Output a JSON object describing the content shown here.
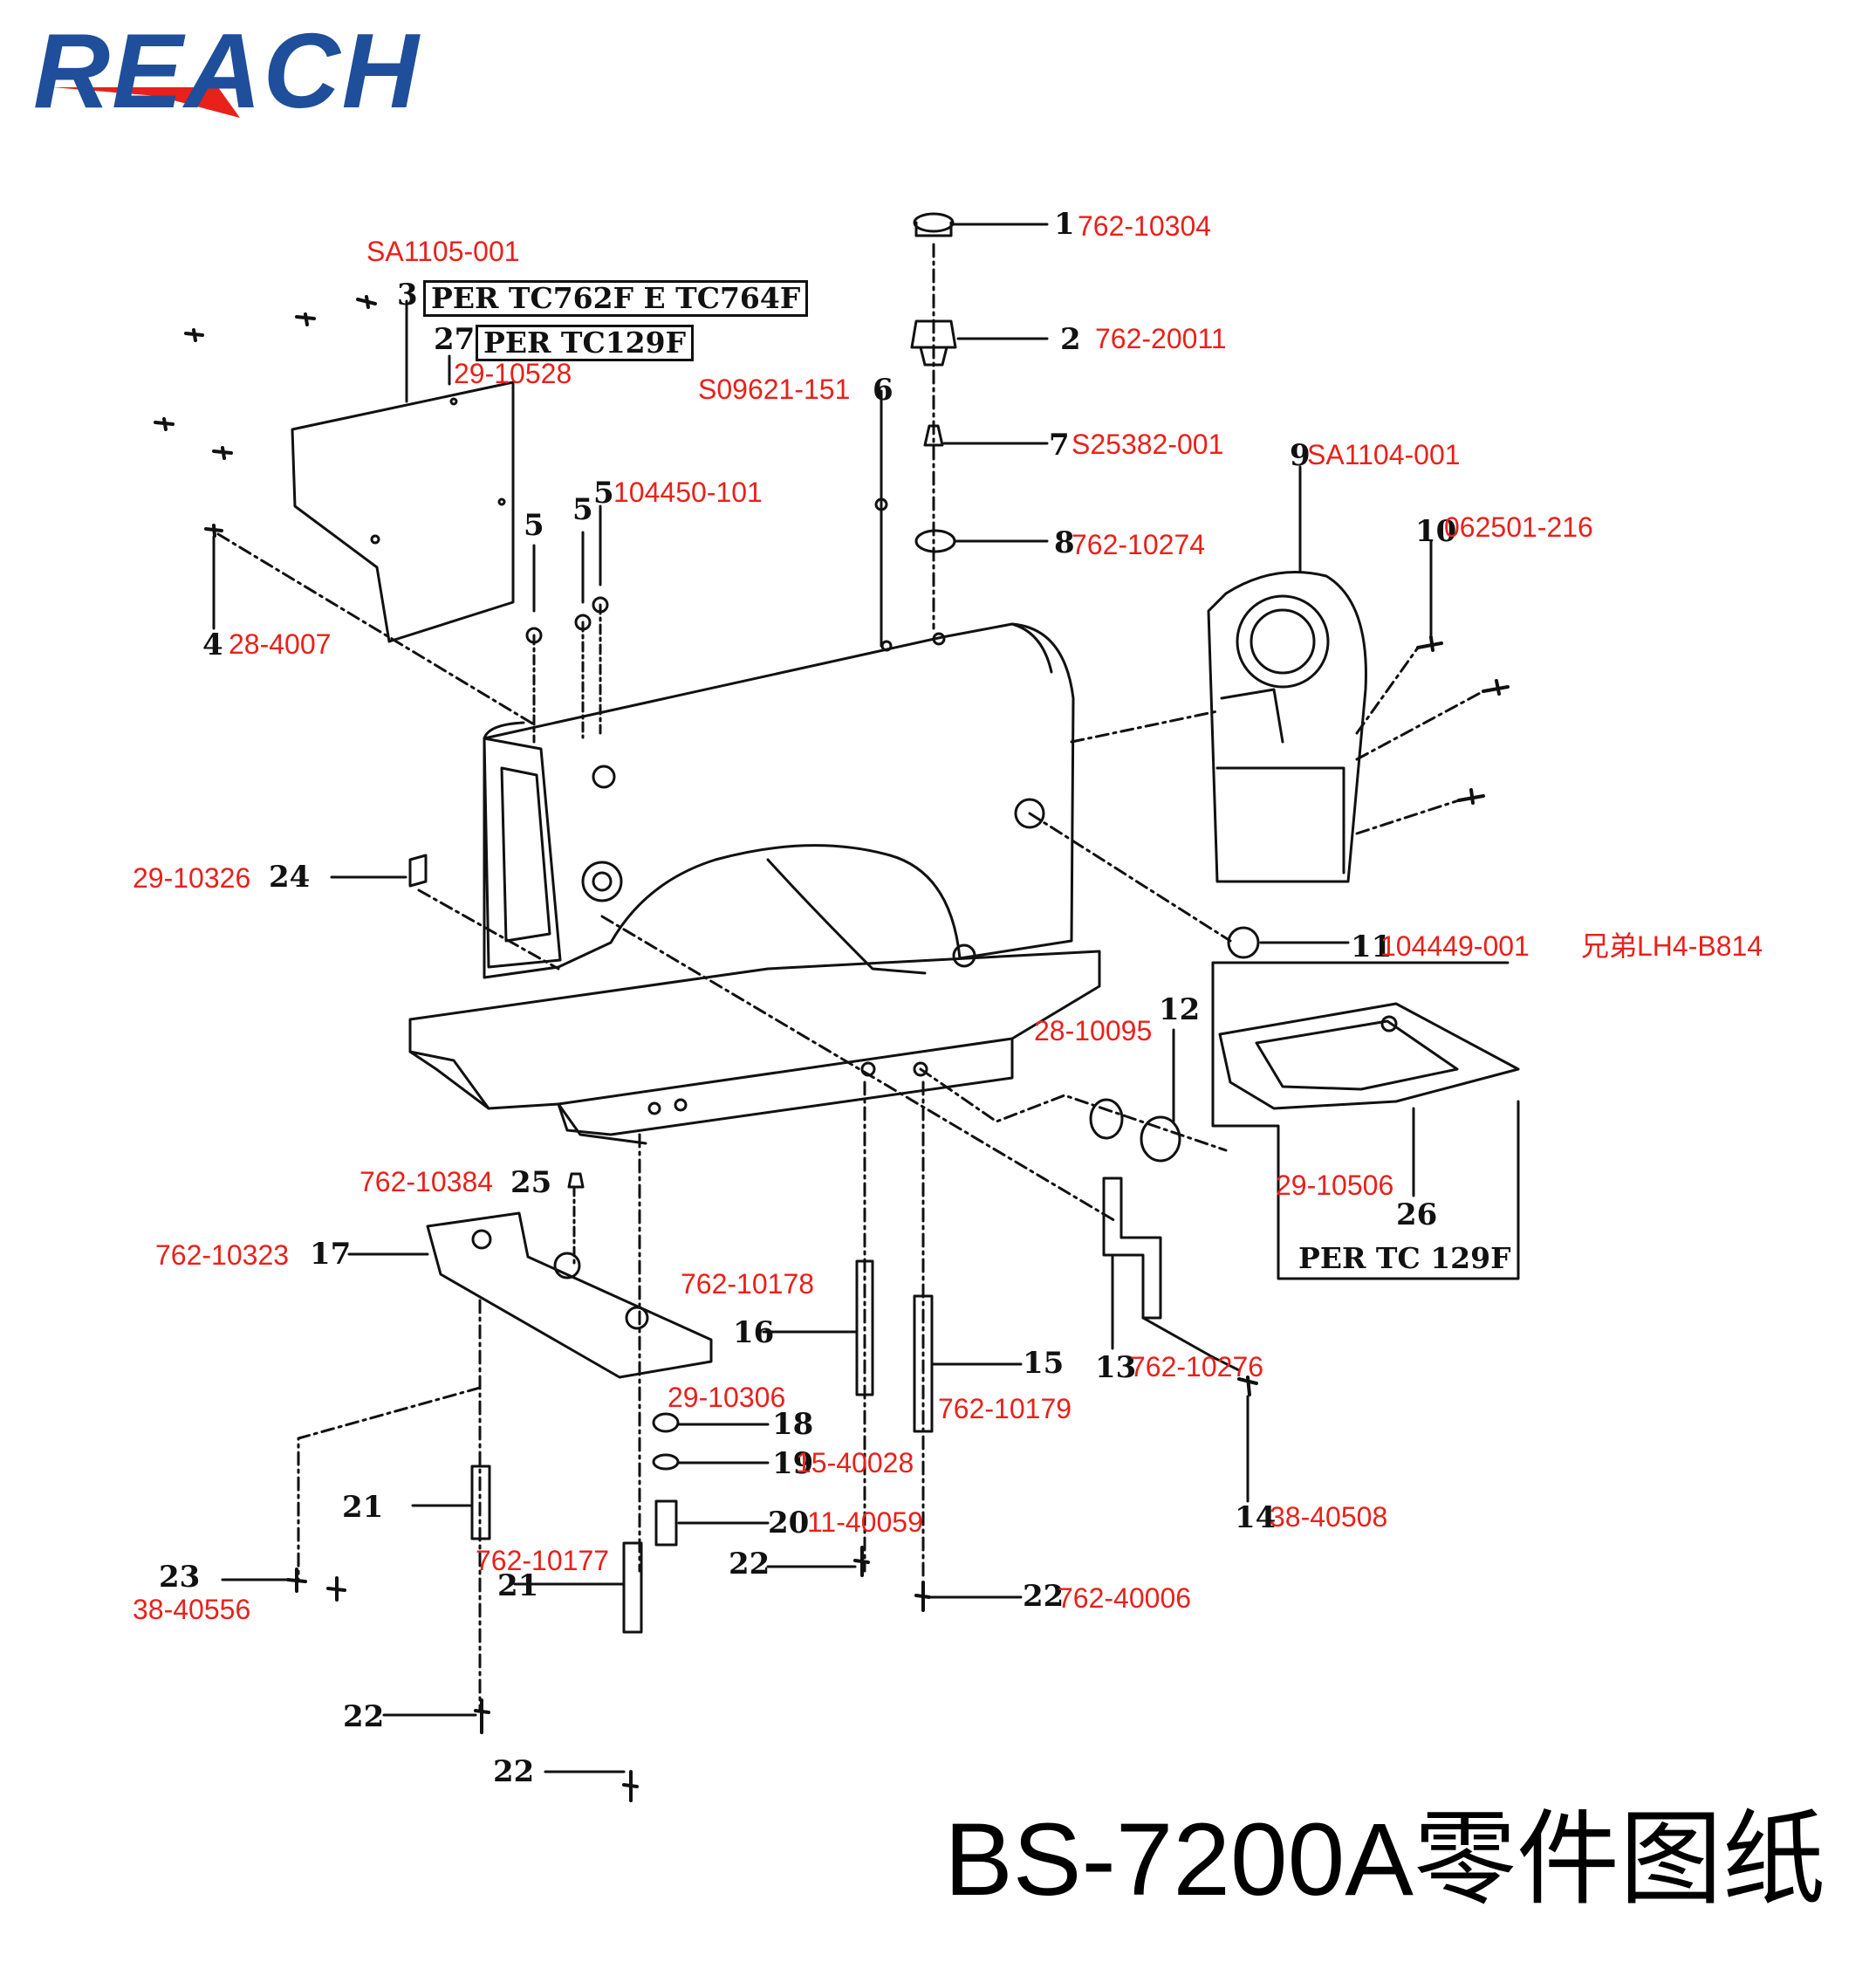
{
  "logo": {
    "text": "REACH",
    "color": "#1f4e9a",
    "accent": "#e8211b"
  },
  "title": "BS-7200A零件图纸",
  "notes": {
    "box_3": "PER TC762F E TC764F",
    "box_27": "PER TC129F",
    "note_26": "PER TC 129F"
  },
  "callouts": [
    {
      "id": "c1",
      "num": "1",
      "part": "762-10304"
    },
    {
      "id": "c2",
      "num": "2",
      "part": "762-20011"
    },
    {
      "id": "c3",
      "num": "3",
      "part": "SA1105-001"
    },
    {
      "id": "c27",
      "num": "27",
      "part": "29-10528"
    },
    {
      "id": "c6",
      "num": "6",
      "part": "S09621-151"
    },
    {
      "id": "c7",
      "num": "7",
      "part": "S25382-001"
    },
    {
      "id": "c9",
      "num": "9",
      "part": "SA1104-001"
    },
    {
      "id": "c5",
      "num": "5",
      "part": "104450-101"
    },
    {
      "id": "c8",
      "num": "8",
      "part": "762-10274"
    },
    {
      "id": "c10",
      "num": "10",
      "part": "062501-216"
    },
    {
      "id": "c4",
      "num": "4",
      "part": "28-4007"
    },
    {
      "id": "c24",
      "num": "24",
      "part": "29-10326"
    },
    {
      "id": "c11",
      "num": "11",
      "part": "104449-001",
      "extra": "兄弟LH4-B814"
    },
    {
      "id": "c12",
      "num": "12",
      "part": "28-10095"
    },
    {
      "id": "c26",
      "num": "26",
      "part": "29-10506"
    },
    {
      "id": "c25",
      "num": "25",
      "part": "762-10384"
    },
    {
      "id": "c17",
      "num": "17",
      "part": "762-10323"
    },
    {
      "id": "c16",
      "num": "16",
      "part": "762-10178"
    },
    {
      "id": "c15",
      "num": "15",
      "part": "762-10179"
    },
    {
      "id": "c13",
      "num": "13",
      "part": "762-10276"
    },
    {
      "id": "c18",
      "num": "18",
      "part": "29-10306"
    },
    {
      "id": "c19",
      "num": "19",
      "part": "15-40028"
    },
    {
      "id": "c20",
      "num": "20",
      "part": "11-40059"
    },
    {
      "id": "c14",
      "num": "14",
      "part": "38-40508"
    },
    {
      "id": "c21",
      "num": "21",
      "part": "762-10177"
    },
    {
      "id": "c23",
      "num": "23",
      "part": "38-40556"
    },
    {
      "id": "c22",
      "num": "22",
      "part": "762-40006"
    }
  ],
  "plain_numbers": {
    "n5a": "5",
    "n5b": "5",
    "n21a": "21",
    "n22a": "22",
    "n22b": "22",
    "n22c": "22"
  },
  "colors": {
    "part_number": "#e8211b",
    "linework": "#111111"
  }
}
